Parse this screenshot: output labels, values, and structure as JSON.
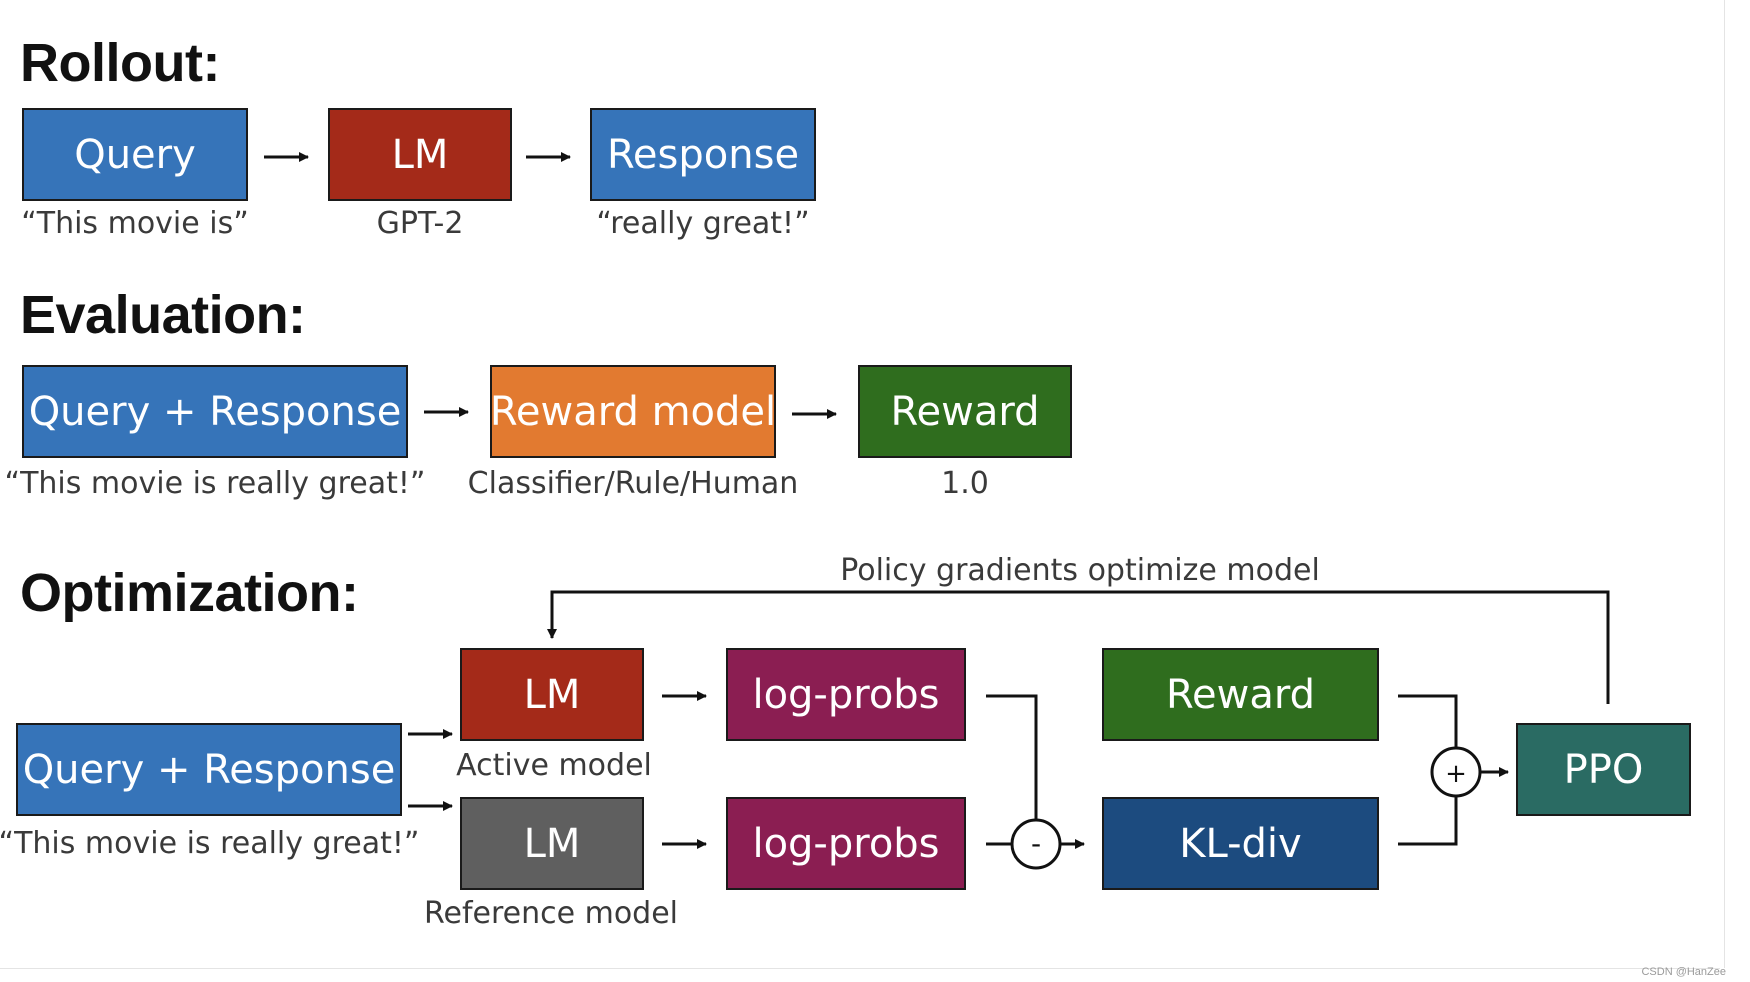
{
  "rollout": {
    "heading": "Rollout:",
    "query_label": "Query",
    "query_caption": "“This movie is”",
    "lm_label": "LM",
    "lm_caption": "GPT-2",
    "response_label": "Response",
    "response_caption": "“really great!”"
  },
  "evaluation": {
    "heading": "Evaluation:",
    "input_label": "Query + Response",
    "input_caption": "“This movie is really great!”",
    "reward_model_label": "Reward model",
    "reward_model_caption": "Classifier/Rule/Human",
    "reward_label": "Reward",
    "reward_caption": "1.0"
  },
  "optimization": {
    "heading": "Optimization:",
    "input_label": "Query + Response",
    "input_caption": "“This movie is really great!”",
    "active_lm_label": "LM",
    "active_lm_caption": "Active model",
    "reference_lm_label": "LM",
    "reference_lm_caption": "Reference model",
    "logprobs_active_label": "log-probs",
    "logprobs_reference_label": "log-probs",
    "minus_symbol": "-",
    "reward_label": "Reward",
    "kl_label": "KL-div",
    "plus_symbol": "+",
    "ppo_label": "PPO",
    "feedback_label": "Policy gradients optimize model"
  },
  "watermark": "CSDN @HanZee",
  "colors": {
    "query_blue": "#3674b9",
    "lm_red": "#a42a19",
    "reward_model_orange": "#e27a30",
    "reward_green": "#2f6d1e",
    "logprobs_purple": "#8b1e52",
    "reference_gray": "#5f5f5f",
    "kl_navy": "#1c4b7f",
    "ppo_teal": "#2a6b63"
  }
}
